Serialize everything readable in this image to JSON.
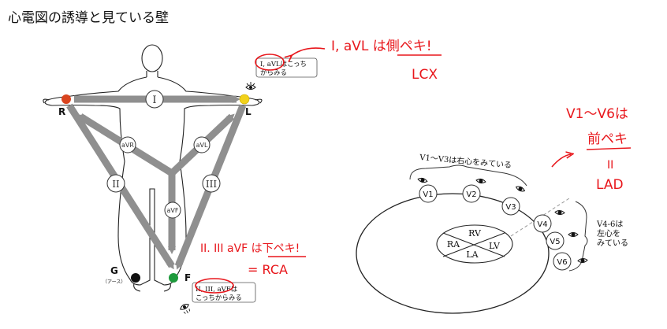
{
  "title": "心電図の誘導と見ている壁",
  "limb": {
    "electrodes": {
      "R": "R",
      "L": "L",
      "F": "F",
      "G": "G",
      "ground_note": "（アース）"
    },
    "leads": {
      "I": "I",
      "II": "II",
      "III": "III",
      "aVR": "aVR",
      "aVL": "aVL",
      "aVF": "aVF"
    },
    "callout_lateral": {
      "line1": "I, aVLはこっち",
      "line2": "からみる"
    },
    "callout_inferior": {
      "line1": "II, III, aVFは",
      "line2": "こっちからみる"
    }
  },
  "chest": {
    "top_caption": "V1〜V3は右心をみている",
    "right_caption": [
      "V4-6は",
      "左心を",
      "みている"
    ],
    "leads": [
      "V1",
      "V2",
      "V3",
      "V4",
      "V5",
      "V6"
    ],
    "chambers": {
      "RV": "RV",
      "RA": "RA",
      "LV": "LV",
      "LA": "LA"
    }
  },
  "annotations": {
    "lateral_note": "I, aVL は側ペキ!",
    "lateral_artery": "LCX",
    "inferior_note": "II. III aVF は下ペキ!",
    "inferior_artery": "= RCA",
    "anterior_note": "V1〜V6は",
    "anterior_wall": "前ペキ",
    "anterior_equals": "II",
    "anterior_artery": "LAD"
  },
  "colors": {
    "electrode_R": "#d9441f",
    "electrode_L": "#f2d21b",
    "electrode_F": "#1e9a3c",
    "electrode_G": "#111111",
    "arrow": "#8f8f8f",
    "handwriting": "#e8161b"
  }
}
